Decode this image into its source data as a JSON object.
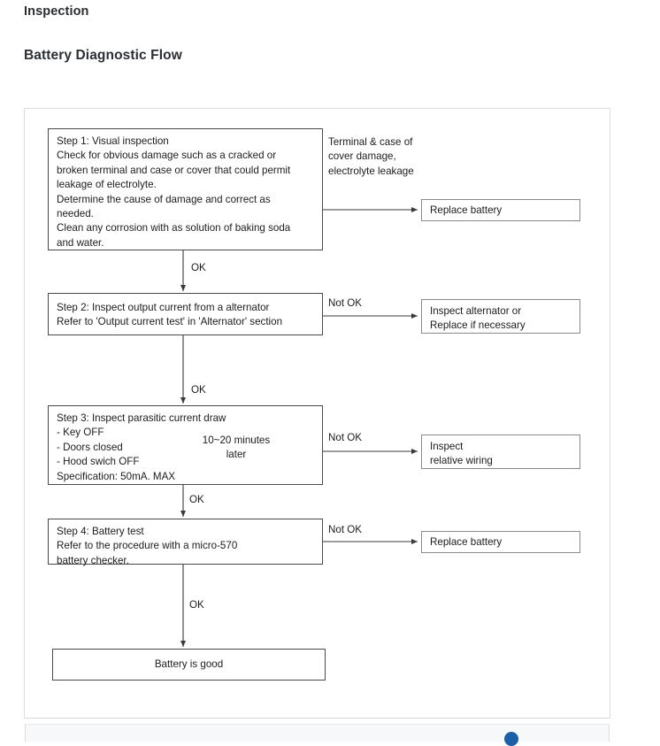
{
  "page": {
    "heading": "Inspection",
    "subheading": "Battery Diagnostic Flow"
  },
  "flow": {
    "boxes": {
      "step1": "Step 1: Visual inspection\nCheck for obvious damage such as a cracked or\nbroken terminal and case or cover that could permit\nleakage of electrolyte.\nDetermine the cause of damage and correct as\nneeded.\nClean any corrosion with as solution of baking soda\nand water.",
      "step2": "Step 2: Inspect output current from a alternator\nRefer to 'Output current test' in 'Alternator' section",
      "step3": "Step 3: Inspect parasitic current draw\n - Key OFF\n - Doors closed\n - Hood swich OFF\n   Specification: 50mA. MAX",
      "step4": "Step 4: Battery test\nRefer to the procedure with a micro-570\nbattery checker.",
      "result_good": "Battery is good",
      "replace_battery_1": "Replace battery",
      "inspect_alternator": "Inspect alternator or\nReplace if necessary",
      "inspect_wiring": "Inspect\nrelative wiring",
      "replace_battery_2": "Replace battery"
    },
    "annotations": {
      "terminal_condition": "Terminal  &  case of\ncover damage,\nelectrolyte leakage",
      "timer_note": "10~20 minutes\nlater"
    },
    "edge_labels": {
      "ok_1": "OK",
      "ok_2": "OK",
      "ok_3": "OK",
      "ok_4": "OK",
      "not_ok_1": "Not OK",
      "not_ok_2": "Not OK",
      "not_ok_3": "Not OK"
    }
  },
  "colors": {
    "box_border": "#4a4a4a",
    "card_border": "#dcdcdc",
    "connector": "#3a3a3a",
    "footer_badge": "#1a5fa8",
    "text": "#1c1c1c"
  }
}
